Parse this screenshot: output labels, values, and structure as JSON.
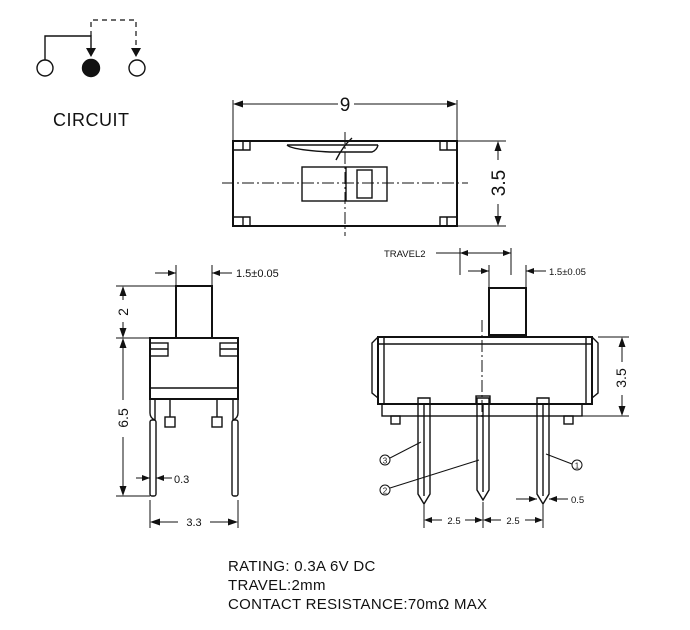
{
  "circuit": {
    "label": "CIRCUIT"
  },
  "top_view": {
    "width_dim": "9",
    "height_dim": "3.5"
  },
  "side_view": {
    "actuator_width_dim": "1.5±0.05",
    "actuator_height_dim": "2",
    "body_height_dim": "6.5",
    "pin_thickness_dim": "0.3",
    "pin_span_dim": "3.3"
  },
  "front_view": {
    "travel_label": "TRAVEL2",
    "actuator_width_dim": "1.5±0.05",
    "body_height_dim": "3.5",
    "pin_pitch_left_dim": "2.5",
    "pin_pitch_right_dim": "2.5",
    "pin_width_dim": "0.5",
    "pin_labels": [
      "3",
      "2",
      "1"
    ]
  },
  "specs": {
    "rating": "RATING: 0.3A 6V DC",
    "travel": "TRAVEL:2mm",
    "contact_resistance": "CONTACT RESISTANCE:70mΩ  MAX"
  }
}
